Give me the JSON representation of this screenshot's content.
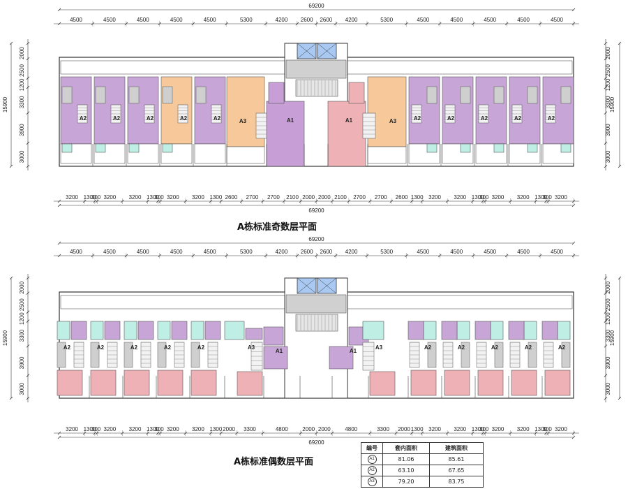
{
  "plans": {
    "odd": {
      "title": "A栋标准奇数层平面",
      "total": "69200",
      "top_dims": [
        "4500",
        "4500",
        "4500",
        "4500",
        "4500",
        "5300",
        "4200",
        "2600",
        "2600",
        "4200",
        "5300",
        "4500",
        "4500",
        "4500",
        "4500",
        "4500"
      ],
      "bottom_dims": [
        "3200",
        "1300",
        "300",
        "3200",
        "3200",
        "1300",
        "300",
        "3200",
        "3200",
        "1300",
        "2600",
        "2700",
        "2700",
        "2100",
        "2000",
        "2000",
        "2100",
        "2700",
        "2700",
        "2600",
        "1300",
        "3200",
        "3200",
        "1300",
        "300",
        "3200",
        "3200",
        "1300",
        "300",
        "3200"
      ],
      "left_dims": [
        "2000",
        "2500",
        "1200",
        "3300",
        "3900",
        "3000"
      ],
      "right_dims": [
        "2000",
        "2500",
        "1200",
        "3300",
        "3900",
        "3000"
      ],
      "side_total": "15900",
      "unit_labels": [
        "A2",
        "A2",
        "A2",
        "A2",
        "A2",
        "A3",
        "A1",
        "A1",
        "A3",
        "A2",
        "A2",
        "A2",
        "A2",
        "A2"
      ]
    },
    "even": {
      "title": "A栋标准偶数层平面",
      "total": "69200",
      "top_dims": [
        "4500",
        "4500",
        "4500",
        "4500",
        "4500",
        "5300",
        "4200",
        "2600",
        "2600",
        "4200",
        "5300",
        "4500",
        "4500",
        "4500",
        "4500",
        "4500"
      ],
      "bottom_dims": [
        "3200",
        "1300",
        "300",
        "3200",
        "3200",
        "1300",
        "300",
        "3200",
        "3200",
        "1300",
        "2000",
        "3300",
        "4800",
        "2000",
        "2000",
        "4800",
        "3300",
        "2000",
        "1300",
        "3200",
        "3200",
        "1300",
        "300",
        "3200",
        "3200",
        "1300",
        "300",
        "3200"
      ],
      "left_dims": [
        "2000",
        "2500",
        "1200",
        "3300",
        "3900",
        "3000"
      ],
      "right_dims": [
        "2000",
        "2500",
        "1200",
        "3300",
        "3900",
        "3000"
      ],
      "side_total": "15900",
      "unit_labels": [
        "A2",
        "A2",
        "A2",
        "A2",
        "A2",
        "A3",
        "A1",
        "A1",
        "A3",
        "A2",
        "A2",
        "A2",
        "A2",
        "A2"
      ]
    }
  },
  "area_table": {
    "headers": [
      "编号",
      "套内面积",
      "建筑面积"
    ],
    "rows": [
      {
        "code": "A1",
        "inner": "81.06",
        "gross": "85.61"
      },
      {
        "code": "A2",
        "inner": "63.10",
        "gross": "67.65"
      },
      {
        "code": "A3",
        "inner": "79.20",
        "gross": "83.75"
      }
    ]
  },
  "colors": {
    "A1": "#c79fd6",
    "A1_alt": "#eeb1b6",
    "A2": "#c7a5d6",
    "A3": "#f7c99a",
    "balcony": "#bfeee5",
    "even_bedroom": "#eeb1b6",
    "even_living": "#c7a5d6",
    "elevator": "#a9c9f2",
    "core": "#d0d0d0"
  }
}
